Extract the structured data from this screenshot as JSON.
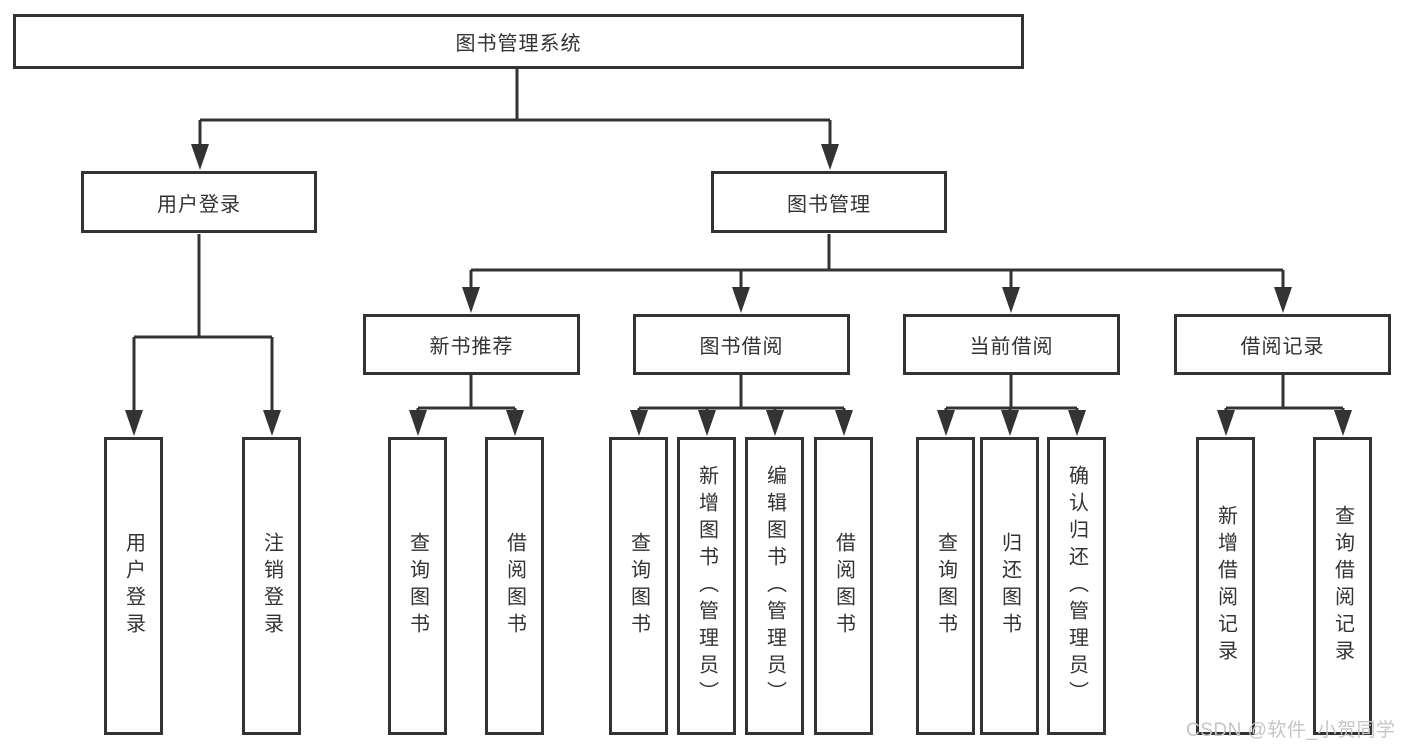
{
  "diagram": {
    "title": "图书管理系统",
    "root": {
      "label": "图书管理系统"
    },
    "level2": [
      {
        "label": "用户登录"
      },
      {
        "label": "图书管理"
      }
    ],
    "level3": [
      {
        "label": "新书推荐",
        "parent": "图书管理"
      },
      {
        "label": "图书借阅",
        "parent": "图书管理"
      },
      {
        "label": "当前借阅",
        "parent": "图书管理"
      },
      {
        "label": "借阅记录",
        "parent": "图书管理"
      }
    ],
    "leaves": [
      {
        "label": "用户登录",
        "parent": "用户登录"
      },
      {
        "label": "注销登录",
        "parent": "用户登录"
      },
      {
        "label": "查询图书",
        "parent": "新书推荐"
      },
      {
        "label": "借阅图书",
        "parent": "新书推荐"
      },
      {
        "label": "查询图书",
        "parent": "图书借阅"
      },
      {
        "label": "新增图书（管理员）",
        "parent": "图书借阅"
      },
      {
        "label": "编辑图书（管理员）",
        "parent": "图书借阅"
      },
      {
        "label": "借阅图书",
        "parent": "图书借阅"
      },
      {
        "label": "查询图书",
        "parent": "当前借阅"
      },
      {
        "label": "归还图书",
        "parent": "当前借阅"
      },
      {
        "label": "确认归还（管理员）",
        "parent": "当前借阅"
      },
      {
        "label": "新增借阅记录",
        "parent": "借阅记录"
      },
      {
        "label": "查询借阅记录",
        "parent": "借阅记录"
      }
    ]
  },
  "watermark": {
    "text": "CSDN @软件_小贺同学"
  },
  "colors": {
    "line": "#333333",
    "box_border": "#333333",
    "background": "#ffffff",
    "watermark": "#c6c6c6"
  }
}
